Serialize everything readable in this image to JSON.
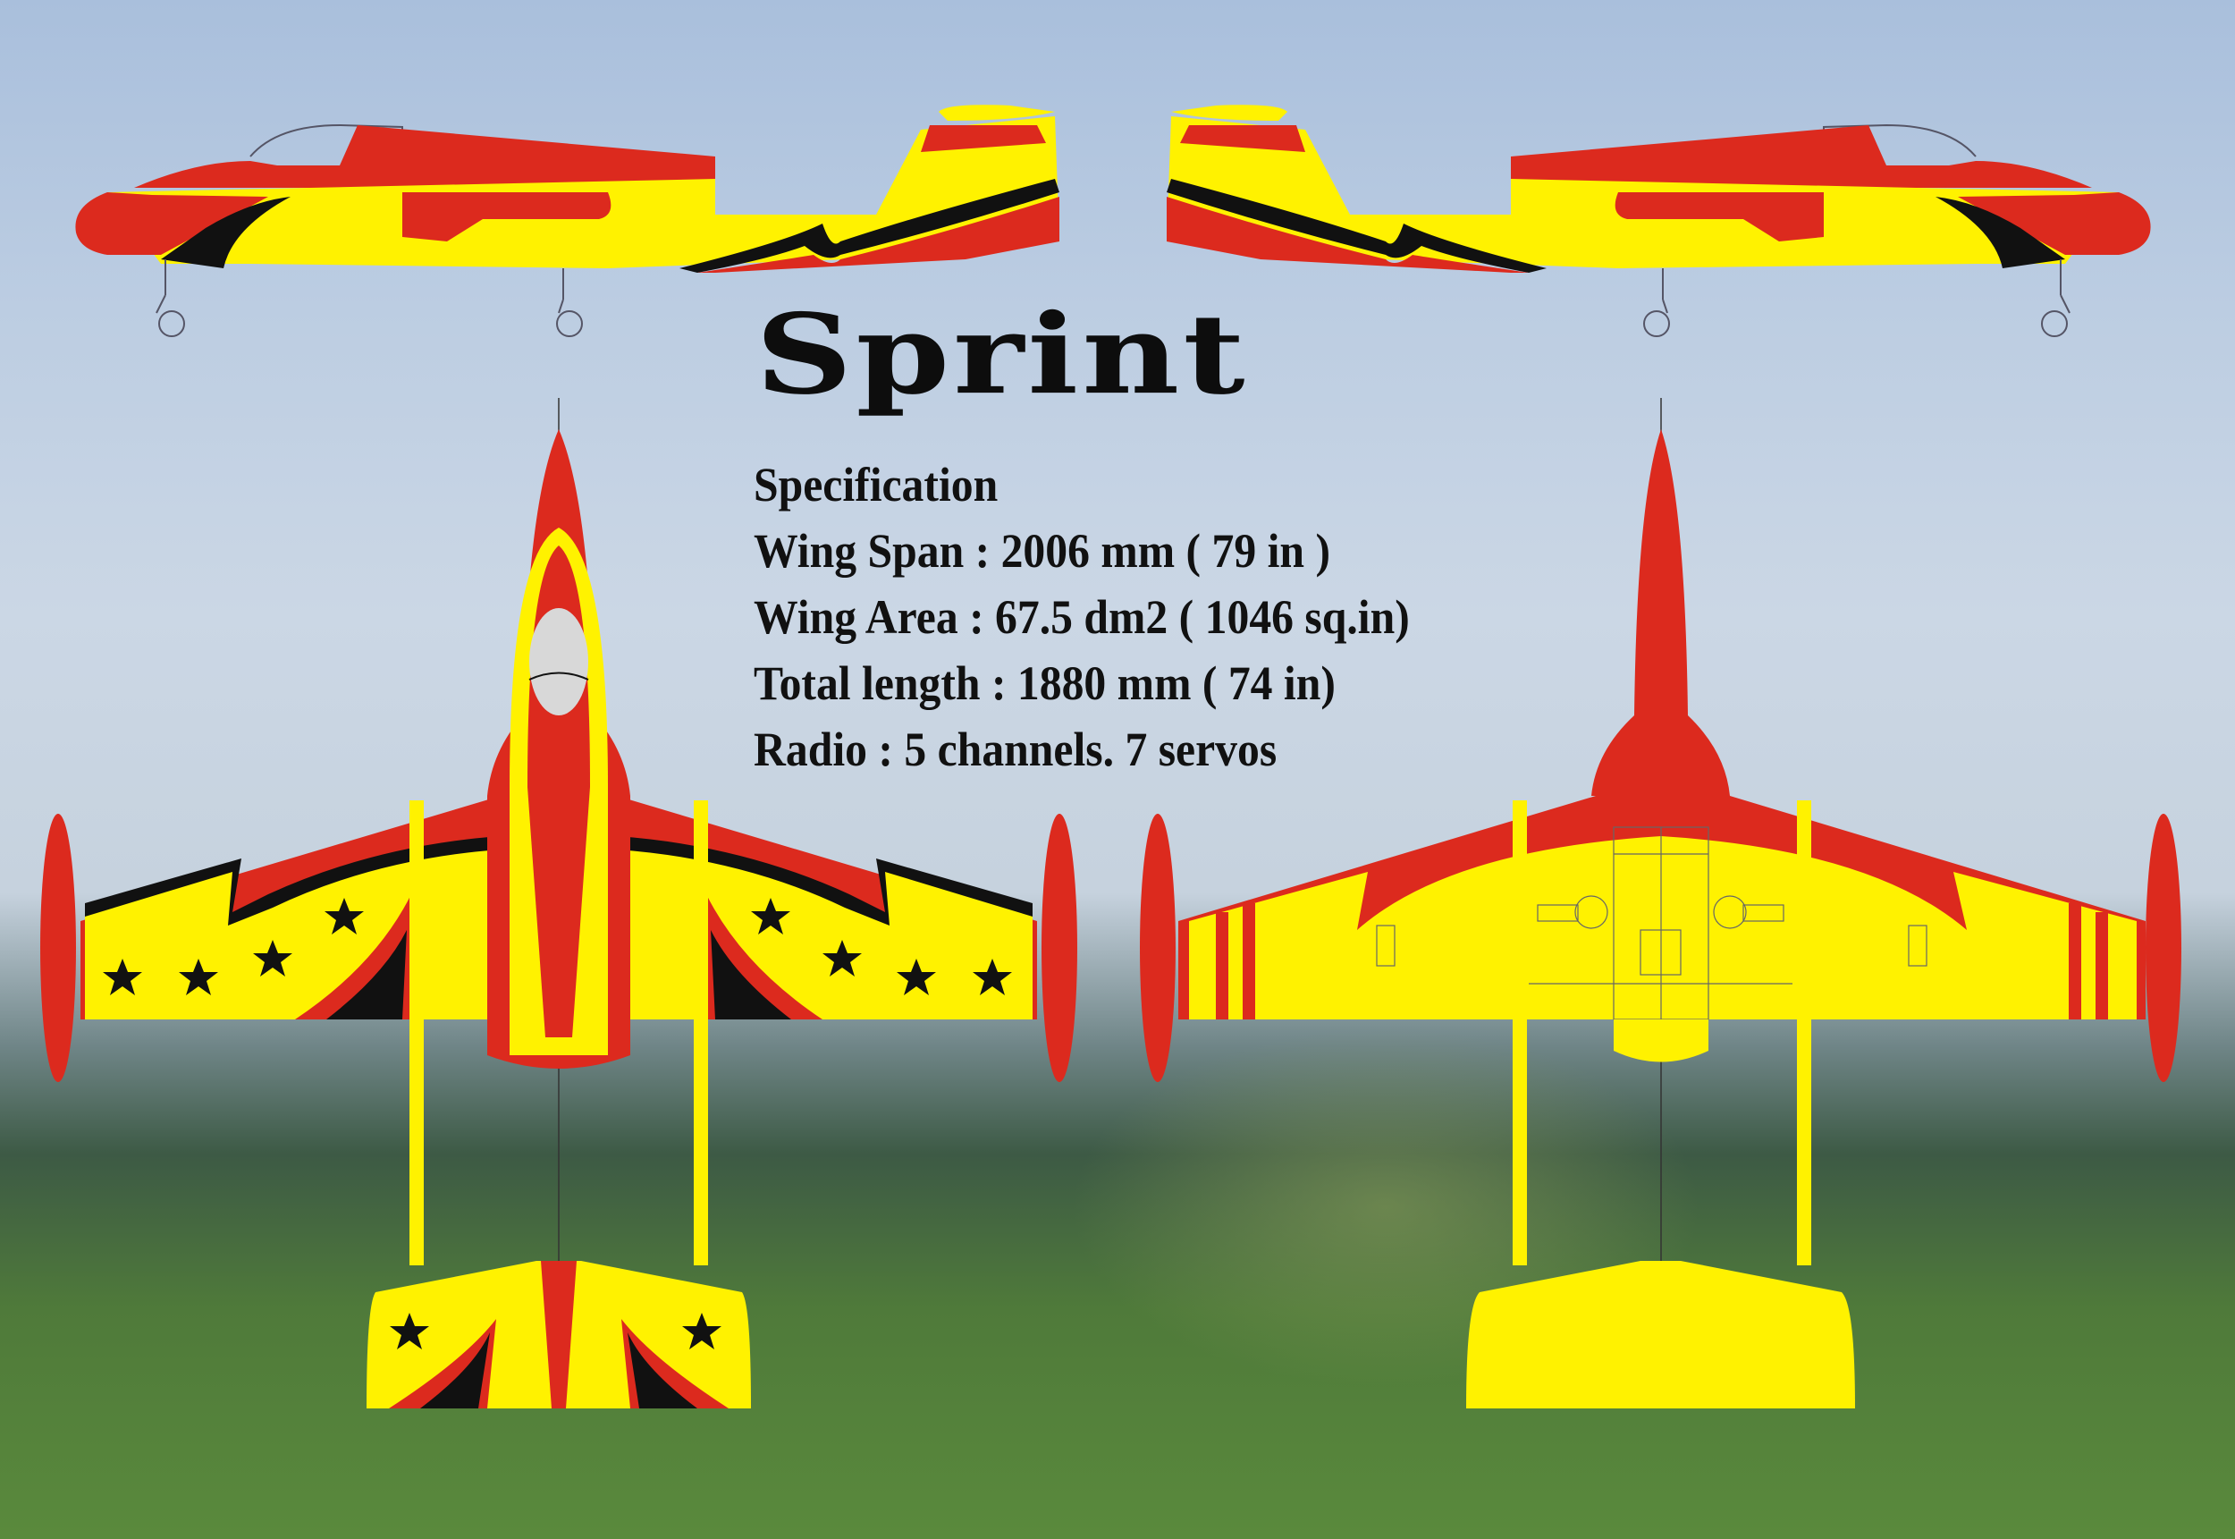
{
  "poster": {
    "title": "Sprint",
    "spec_heading": "Specification",
    "specs": [
      "Wing Span : 2006 mm ( 79 in )",
      "Wing Area : 67.5 dm2 ( 1046 sq.in)",
      "Total length : 1880 mm ( 74 in)",
      "Radio : 5 channels. 7 servos"
    ]
  },
  "views": {
    "side_left": "side-view-facing-left",
    "side_right": "side-view-facing-right",
    "top": "top-view",
    "bottom": "bottom-view"
  },
  "colors": {
    "red": "#dc2a1e",
    "yellow": "#fff200",
    "black": "#111111",
    "canopy": "#d8d8d8"
  },
  "markings": {
    "wing_stars_per_side": 4,
    "stab_stars_per_side": 1
  }
}
